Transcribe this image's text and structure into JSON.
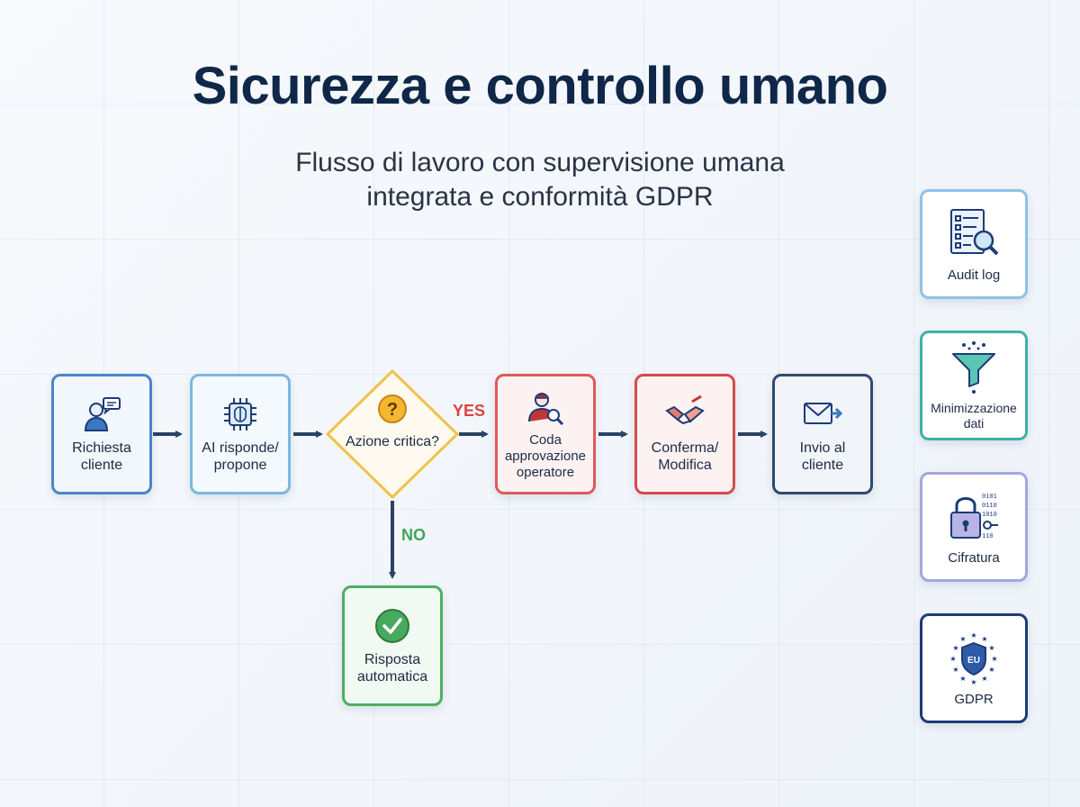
{
  "header": {
    "title": "Sicurezza e controllo umano",
    "subtitle_line1": "Flusso di lavoro con supervisione umana",
    "subtitle_line2": "integrata e conformità GDPR"
  },
  "flow": {
    "step1": {
      "label": "Richiesta cliente",
      "icon": "user-chat-icon",
      "color": "#4a86c8"
    },
    "step2": {
      "label": "AI risponde/ propone",
      "icon": "ai-chip-icon",
      "color": "#6fb3dc"
    },
    "decision": {
      "label": "Azione critica?",
      "icon": "question-icon",
      "color": "#f0c24a"
    },
    "yes_label": "YES",
    "no_label": "NO",
    "step3": {
      "label": "Coda approvazione operatore",
      "icon": "operator-search-icon",
      "color": "#e0595a"
    },
    "step4": {
      "label": "Conferma/ Modifica",
      "icon": "handshake-icon",
      "color": "#d64a4a"
    },
    "step5": {
      "label": "Invio al cliente",
      "icon": "send-mail-icon",
      "color": "#2f4a6e"
    },
    "auto": {
      "label": "Risposta automatica",
      "icon": "check-circle-icon",
      "color": "#4caf63"
    }
  },
  "sidebar": {
    "items": [
      {
        "label": "Audit log",
        "icon": "audit-document-icon",
        "color": "#8fc1e6"
      },
      {
        "label": "Minimizzazione dati",
        "icon": "funnel-icon",
        "color": "#3fb0a8"
      },
      {
        "label": "Cifratura",
        "icon": "padlock-binary-icon",
        "color": "#a3a6e0"
      },
      {
        "label": "GDPR",
        "icon": "eu-shield-icon",
        "color": "#1d3b78"
      }
    ]
  }
}
